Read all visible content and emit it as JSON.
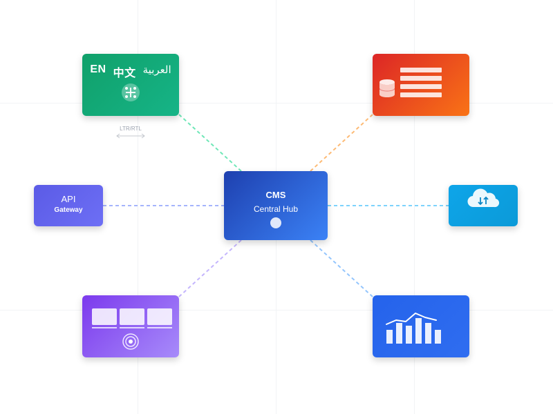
{
  "nodes": {
    "language": {
      "en": "EN",
      "zh": "中文",
      "ar": "العربية"
    },
    "api": {
      "title": "API",
      "subtitle": "Gateway"
    },
    "center": {
      "title": "CMS",
      "subtitle": "Central Hub"
    }
  },
  "annotations": {
    "direction": "LTR/RTL"
  },
  "icons": [
    "move-icon",
    "database-icon",
    "cloud-sync-icon",
    "target-icon",
    "bar-line-chart-icon"
  ],
  "colors": {
    "language_node": "#10a06a",
    "database_node": "#ef4444",
    "api_node": "#6366f1",
    "cloud_node": "#0ea5e9",
    "center_node": "#1e40af",
    "layout_node": "#8b5cf6",
    "chart_node": "#2563eb"
  }
}
